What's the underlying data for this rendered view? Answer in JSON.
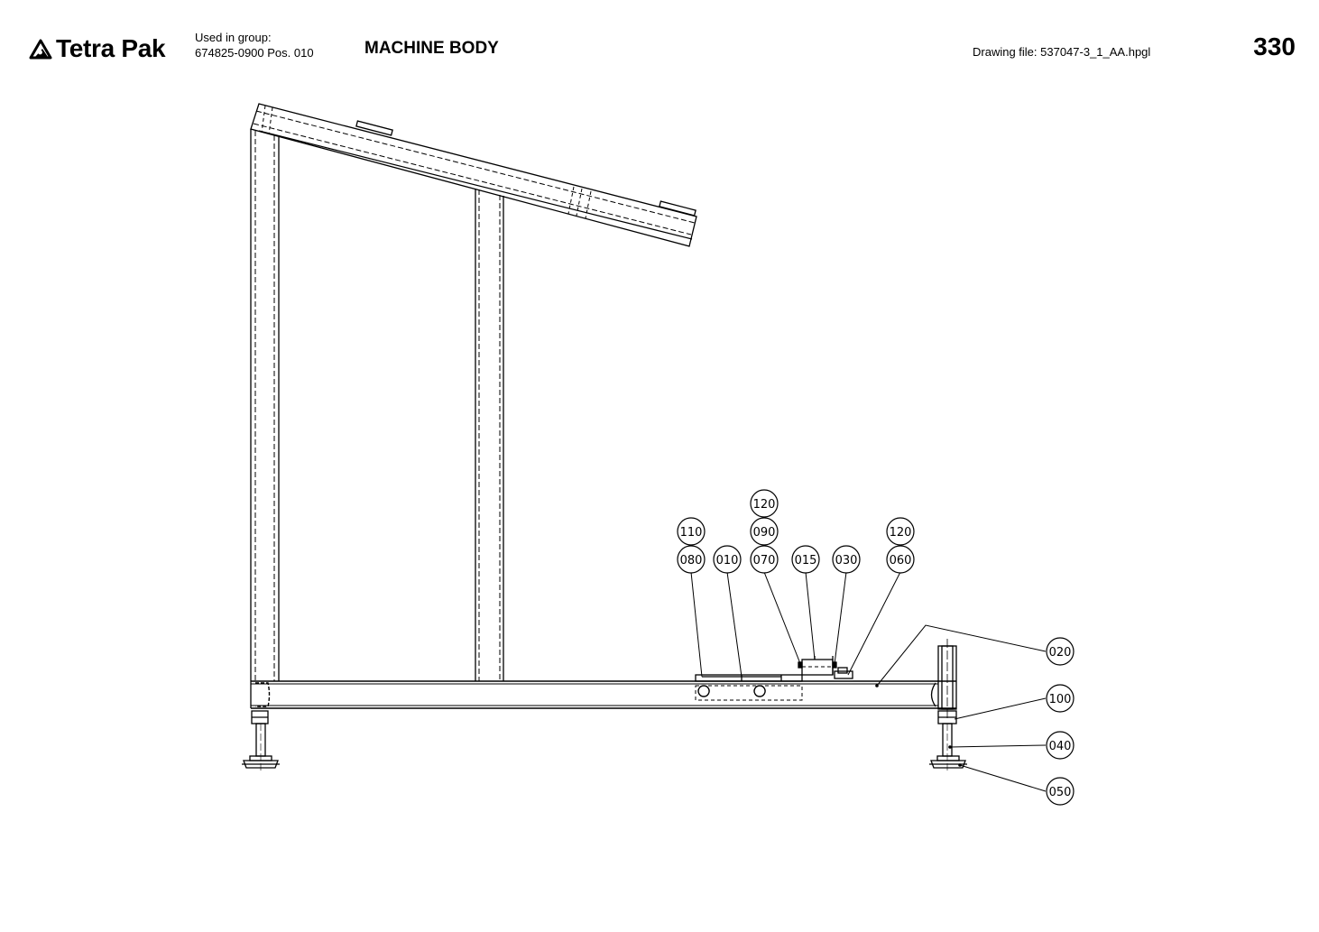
{
  "header": {
    "brand": "Tetra Pak",
    "used_in_group_label": "Used in group:",
    "group_position": "674825-0900 Pos. 010",
    "title": "MACHINE BODY",
    "drawing_file": "Drawing file:  537047-3_1_AA.hpgl",
    "page_number": "330"
  },
  "callouts": [
    {
      "label": "120"
    },
    {
      "label": "110"
    },
    {
      "label": "090"
    },
    {
      "label": "120"
    },
    {
      "label": "080"
    },
    {
      "label": "010"
    },
    {
      "label": "070"
    },
    {
      "label": "015"
    },
    {
      "label": "030"
    },
    {
      "label": "060"
    },
    {
      "label": "020"
    },
    {
      "label": "100"
    },
    {
      "label": "040"
    },
    {
      "label": "050"
    }
  ],
  "colors": {
    "line": "#000000",
    "background": "#ffffff"
  },
  "icons": {
    "logo": "tetra-pak-logo-icon"
  }
}
